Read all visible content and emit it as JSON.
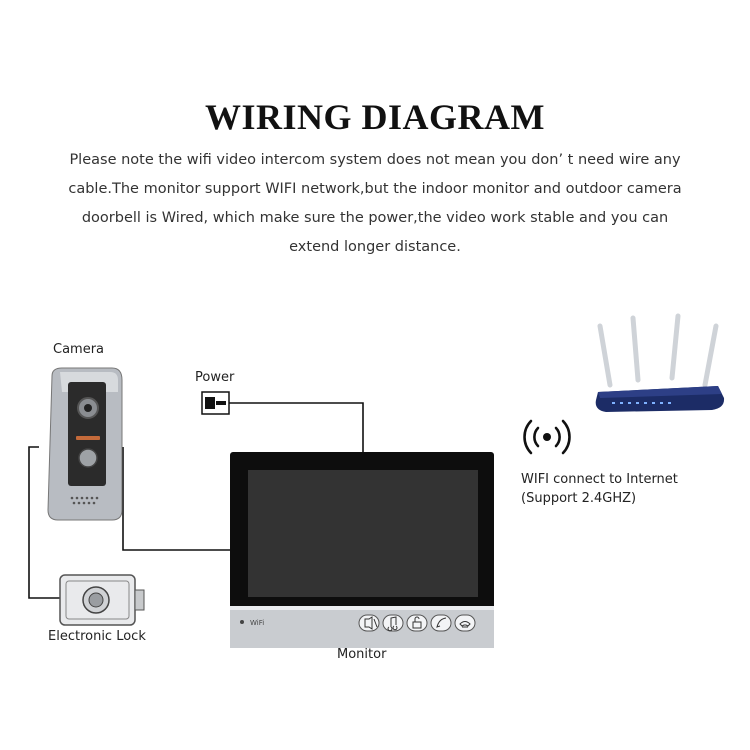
{
  "title": "WIRING DIAGRAM",
  "description": "Please note the wifi video intercom system does not mean you don’ t need wire any cable.The monitor support WIFI network,but the indoor monitor and outdoor camera doorbell is Wired, which make sure the power,the video work stable and you can extend longer distance.",
  "labels": {
    "camera": "Camera",
    "power": "Power",
    "lock": "Electronic Lock",
    "monitor": "Monitor",
    "wifi_line1": "WIFI connect to Internet",
    "wifi_line2": "(Support 2.4GHZ)",
    "monitor_wifi": "WiFi"
  },
  "icons": [
    "camera-doorbell-icon",
    "power-adapter-icon",
    "electronic-lock-icon",
    "monitor-icon",
    "router-icon",
    "wifi-signal-icon",
    "mute-icon",
    "music-note-icon",
    "unlock-icon",
    "phone-answer-icon",
    "phone-hangup-icon"
  ],
  "colors": {
    "wire": "#111111",
    "router_blue": "#1c2c66",
    "screen": "#333333"
  }
}
